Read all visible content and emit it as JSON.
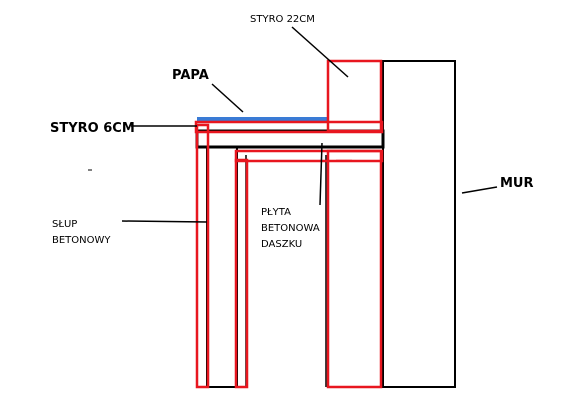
{
  "diagram": {
    "colors": {
      "outline": "#000000",
      "insulation": "#e8161f",
      "roofing": "#3a7bd5"
    },
    "labels": {
      "styro_22cm": "STYRO 22CM",
      "papa": "PAPA",
      "styro_6cm": "STYRO 6CM",
      "mur": "MUR",
      "slup_line1": "SŁUP",
      "slup_line2": "BETONOWY",
      "plyta_line1": "PŁYTA",
      "plyta_line2": "BETONOWA",
      "plyta_line3": "DASZKU"
    }
  }
}
